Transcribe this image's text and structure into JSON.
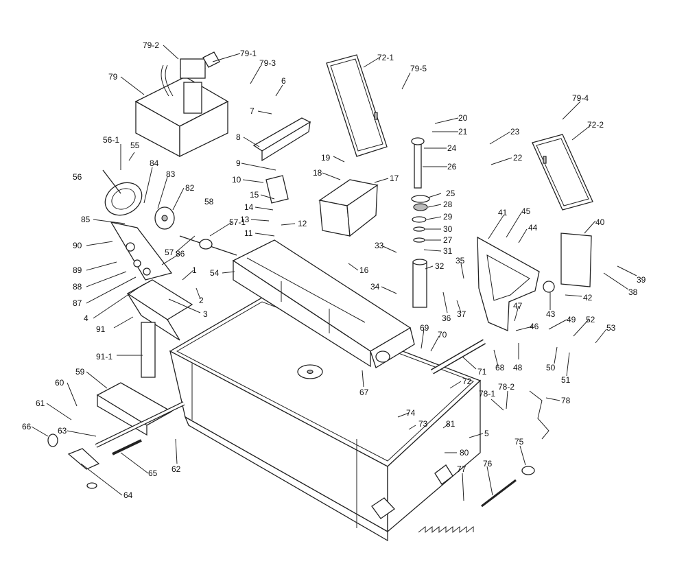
{
  "callouts": [
    {
      "id": "c79-2",
      "text": "79-2"
    },
    {
      "id": "c79-1",
      "text": "79-1"
    },
    {
      "id": "c79-3",
      "text": "79-3"
    },
    {
      "id": "c79",
      "text": "79"
    },
    {
      "id": "c6",
      "text": "6"
    },
    {
      "id": "c7",
      "text": "7"
    },
    {
      "id": "c8",
      "text": "8"
    },
    {
      "id": "c72-1",
      "text": "72-1"
    },
    {
      "id": "c79-5",
      "text": "79-5"
    },
    {
      "id": "c20",
      "text": "20"
    },
    {
      "id": "c21",
      "text": "21"
    },
    {
      "id": "c23",
      "text": "23"
    },
    {
      "id": "c24",
      "text": "24"
    },
    {
      "id": "c22",
      "text": "22"
    },
    {
      "id": "c26",
      "text": "26"
    },
    {
      "id": "c79-4",
      "text": "79-4"
    },
    {
      "id": "c72-2",
      "text": "72-2"
    },
    {
      "id": "c56-1",
      "text": "56-1"
    },
    {
      "id": "c55",
      "text": "55"
    },
    {
      "id": "c56",
      "text": "56"
    },
    {
      "id": "c84",
      "text": "84"
    },
    {
      "id": "c83",
      "text": "83"
    },
    {
      "id": "c82",
      "text": "82"
    },
    {
      "id": "c9",
      "text": "9"
    },
    {
      "id": "c10",
      "text": "10"
    },
    {
      "id": "c19",
      "text": "19"
    },
    {
      "id": "c18",
      "text": "18"
    },
    {
      "id": "c17",
      "text": "17"
    },
    {
      "id": "c25",
      "text": "25"
    },
    {
      "id": "c28",
      "text": "28"
    },
    {
      "id": "c29",
      "text": "29"
    },
    {
      "id": "c30",
      "text": "30"
    },
    {
      "id": "c27",
      "text": "27"
    },
    {
      "id": "c31",
      "text": "31"
    },
    {
      "id": "c58",
      "text": "58"
    },
    {
      "id": "c15",
      "text": "15"
    },
    {
      "id": "c14",
      "text": "14"
    },
    {
      "id": "c13",
      "text": "13"
    },
    {
      "id": "c12",
      "text": "12"
    },
    {
      "id": "c11",
      "text": "11"
    },
    {
      "id": "c85",
      "text": "85"
    },
    {
      "id": "c57-1",
      "text": "57-1"
    },
    {
      "id": "c90",
      "text": "90"
    },
    {
      "id": "c57",
      "text": "57"
    },
    {
      "id": "c86",
      "text": "86"
    },
    {
      "id": "c89",
      "text": "89"
    },
    {
      "id": "c88",
      "text": "88"
    },
    {
      "id": "c87",
      "text": "87"
    },
    {
      "id": "c1",
      "text": "1"
    },
    {
      "id": "c2",
      "text": "2"
    },
    {
      "id": "c3",
      "text": "3"
    },
    {
      "id": "c4",
      "text": "4"
    },
    {
      "id": "c54",
      "text": "54"
    },
    {
      "id": "c33",
      "text": "33"
    },
    {
      "id": "c16",
      "text": "16"
    },
    {
      "id": "c34",
      "text": "34"
    },
    {
      "id": "c35",
      "text": "35"
    },
    {
      "id": "c32",
      "text": "32"
    },
    {
      "id": "c36",
      "text": "36"
    },
    {
      "id": "c37",
      "text": "37"
    },
    {
      "id": "c41",
      "text": "41"
    },
    {
      "id": "c45",
      "text": "45"
    },
    {
      "id": "c44",
      "text": "44"
    },
    {
      "id": "c40",
      "text": "40"
    },
    {
      "id": "c39",
      "text": "39"
    },
    {
      "id": "c38",
      "text": "38"
    },
    {
      "id": "c42",
      "text": "42"
    },
    {
      "id": "c43",
      "text": "43"
    },
    {
      "id": "c47",
      "text": "47"
    },
    {
      "id": "c46",
      "text": "46"
    },
    {
      "id": "c49",
      "text": "49"
    },
    {
      "id": "c52",
      "text": "52"
    },
    {
      "id": "c53",
      "text": "53"
    },
    {
      "id": "c48",
      "text": "48"
    },
    {
      "id": "c50",
      "text": "50"
    },
    {
      "id": "c51",
      "text": "51"
    },
    {
      "id": "c69",
      "text": "69"
    },
    {
      "id": "c70",
      "text": "70"
    },
    {
      "id": "c68",
      "text": "68"
    },
    {
      "id": "c71",
      "text": "71"
    },
    {
      "id": "c91",
      "text": "91"
    },
    {
      "id": "c91-1",
      "text": "91-1"
    },
    {
      "id": "c67",
      "text": "67"
    },
    {
      "id": "c72",
      "text": "72"
    },
    {
      "id": "c59",
      "text": "59"
    },
    {
      "id": "c60",
      "text": "60"
    },
    {
      "id": "c61",
      "text": "61"
    },
    {
      "id": "c63",
      "text": "63"
    },
    {
      "id": "c66",
      "text": "66"
    },
    {
      "id": "c62",
      "text": "62"
    },
    {
      "id": "c65",
      "text": "65"
    },
    {
      "id": "c64",
      "text": "64"
    },
    {
      "id": "c78-1",
      "text": "78-1"
    },
    {
      "id": "c78-2",
      "text": "78-2"
    },
    {
      "id": "c78",
      "text": "78"
    },
    {
      "id": "c74",
      "text": "74"
    },
    {
      "id": "c73",
      "text": "73"
    },
    {
      "id": "c81",
      "text": "81"
    },
    {
      "id": "c5",
      "text": "5"
    },
    {
      "id": "c80",
      "text": "80"
    },
    {
      "id": "c75",
      "text": "75"
    },
    {
      "id": "c77",
      "text": "77"
    },
    {
      "id": "c76",
      "text": "76"
    }
  ]
}
